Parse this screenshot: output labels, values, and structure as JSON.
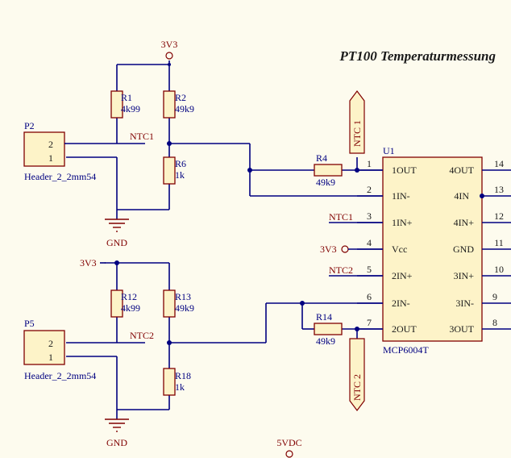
{
  "title": "PT100 Temperaturmessung",
  "power": {
    "v33_top": "3V3",
    "v33_mid": "3V3",
    "v33_u1": "3V3",
    "v5vdc": "5VDC"
  },
  "ground": {
    "gnd1": "GND",
    "gnd2": "GND"
  },
  "connectors": [
    {
      "designator": "P2",
      "pins": [
        "2",
        "1"
      ],
      "footprint": "Header_2_2mm54"
    },
    {
      "designator": "P5",
      "pins": [
        "2",
        "1"
      ],
      "footprint": "Header_2_2mm54"
    }
  ],
  "resistors": {
    "R1": {
      "designator": "R1",
      "value": "4k99"
    },
    "R2": {
      "designator": "R2",
      "value": "49k9"
    },
    "R6": {
      "designator": "R6",
      "value": "1k"
    },
    "R4": {
      "designator": "R4",
      "value": "49k9"
    },
    "R12": {
      "designator": "R12",
      "value": "4k99"
    },
    "R13": {
      "designator": "R13",
      "value": "49k9"
    },
    "R18": {
      "designator": "R18",
      "value": "1k"
    },
    "R14": {
      "designator": "R14",
      "value": "49k9"
    }
  },
  "nets": {
    "ntc1_a": "NTC1",
    "ntc1_b": "NTC1",
    "ntc2_a": "NTC2",
    "ntc2_b": "NTC2"
  },
  "ports": {
    "p1": "NTC 1",
    "p2": "NTC 2"
  },
  "ic": {
    "designator": "U1",
    "part": "MCP6004T",
    "left_pins": [
      {
        "num": "1",
        "name": "1OUT"
      },
      {
        "num": "2",
        "name": "1IN-"
      },
      {
        "num": "3",
        "name": "1IN+"
      },
      {
        "num": "4",
        "name": "Vcc"
      },
      {
        "num": "5",
        "name": "2IN+"
      },
      {
        "num": "6",
        "name": "2IN-"
      },
      {
        "num": "7",
        "name": "2OUT"
      }
    ],
    "right_pins": [
      {
        "num": "14",
        "name": "4OUT"
      },
      {
        "num": "13",
        "name": "4IN"
      },
      {
        "num": "12",
        "name": "4IN+"
      },
      {
        "num": "11",
        "name": "GND"
      },
      {
        "num": "10",
        "name": "3IN+"
      },
      {
        "num": "9",
        "name": "3IN-"
      },
      {
        "num": "8",
        "name": "3OUT"
      }
    ]
  }
}
